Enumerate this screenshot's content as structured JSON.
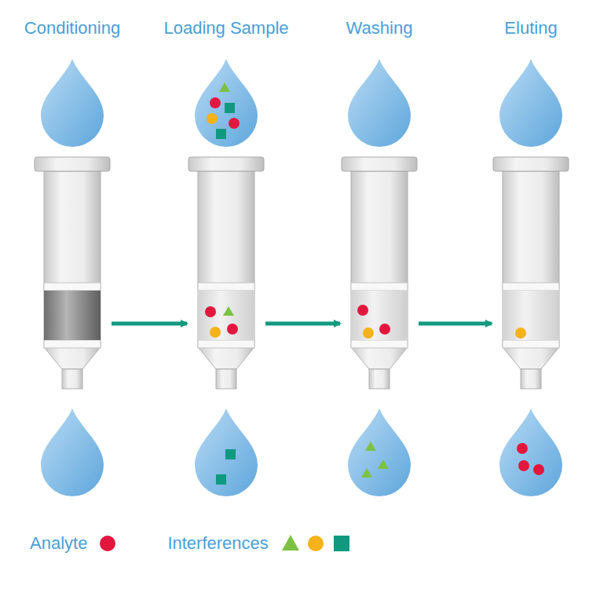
{
  "diagram": {
    "nodes": [
      {
        "text": [
          "Conditioning"
        ]
      },
      {
        "text": [
          "Loading Sample"
        ]
      },
      {
        "text": [
          "Washing"
        ]
      },
      {
        "text": [
          "Eluting"
        ]
      }
    ],
    "edges": [
      {
        "from": 0,
        "to": 1,
        "arrow": "to"
      },
      {
        "from": 1,
        "to": 2,
        "arrow": "to"
      },
      {
        "from": 2,
        "to": 3,
        "arrow": "to"
      }
    ],
    "legend": [
      {
        "text": "Analyte"
      },
      {
        "text": "Interferences"
      }
    ]
  }
}
